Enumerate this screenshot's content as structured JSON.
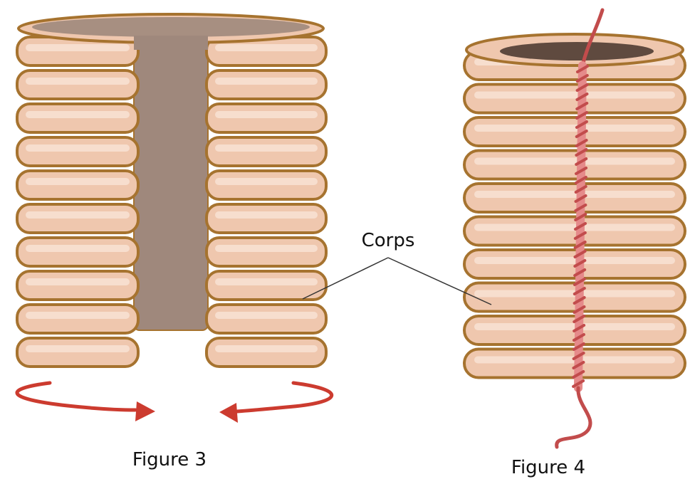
{
  "figures": {
    "figure3": {
      "caption": "Figure 3",
      "ring_count": 10
    },
    "figure4": {
      "caption": "Figure 4",
      "ring_count": 10
    }
  },
  "annotation": {
    "label": "Corps"
  },
  "colors": {
    "ring_fill": "#efc7ae",
    "ring_highlight": "#f8e2d3",
    "ring_stroke": "#a6732f",
    "core_fill": "#9f887c",
    "core_dark": "#5f4a3f",
    "thread": "#c24c4c",
    "thread_light": "#e58a8a",
    "arrow": "#cc3b2f",
    "leader_line": "#333333"
  }
}
